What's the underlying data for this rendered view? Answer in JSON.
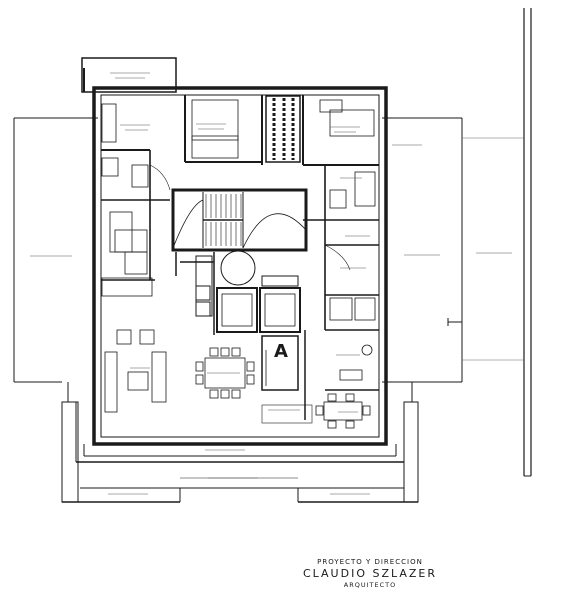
{
  "plan": {
    "core_mark": "A"
  },
  "title_block": {
    "line1": "PROYECTO Y DIRECCION",
    "architect": "CLAUDIO SZLAZER",
    "role": "ARQUITECTO"
  }
}
